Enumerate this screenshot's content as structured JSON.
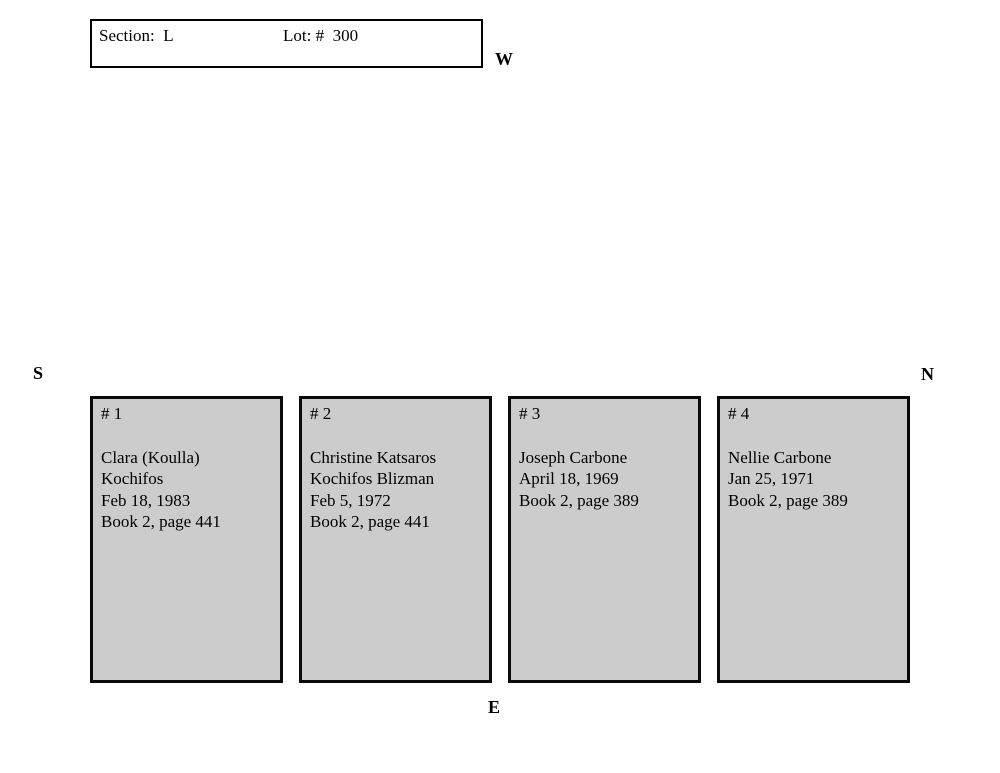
{
  "header": {
    "section_label": "Section:",
    "section_value": "L",
    "lot_label": "Lot: #",
    "lot_value": "300"
  },
  "compass": {
    "west": "W",
    "south": "S",
    "north": "N",
    "east": "E"
  },
  "plots": [
    {
      "number": "# 1",
      "lines": [
        "Clara (Koulla)",
        "Kochifos",
        "Feb 18, 1983",
        "Book 2, page 441"
      ]
    },
    {
      "number": "# 2",
      "lines": [
        "Christine Katsaros",
        "Kochifos Blizman",
        "Feb 5, 1972",
        "Book 2, page 441"
      ]
    },
    {
      "number": "# 3",
      "lines": [
        "Joseph Carbone",
        "April 18, 1969",
        "Book 2, page 389"
      ]
    },
    {
      "number": "# 4",
      "lines": [
        "Nellie Carbone",
        "Jan 25, 1971",
        "Book 2, page 389"
      ]
    }
  ],
  "colors": {
    "page_background": "#ffffff",
    "plot_fill": "#cccccc",
    "border": "#000000",
    "text": "#000000"
  }
}
